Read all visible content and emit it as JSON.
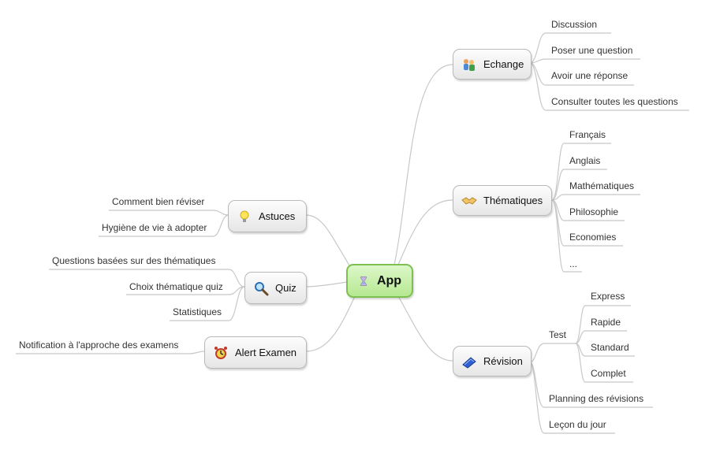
{
  "center": {
    "label": "App",
    "icon": "hourglass-icon"
  },
  "branches": {
    "echange": {
      "label": "Echange",
      "icon": "people-icon",
      "items": [
        "Discussion",
        "Poser une question",
        "Avoir une réponse",
        "Consulter toutes les questions"
      ]
    },
    "thematiques": {
      "label": "Thématiques",
      "icon": "handshake-icon",
      "items": [
        "Français",
        "Anglais",
        "Mathématiques",
        "Philosophie",
        "Economies",
        "..."
      ]
    },
    "revision": {
      "label": "Révision",
      "icon": "book-icon",
      "test": {
        "label": "Test",
        "items": [
          "Express",
          "Rapide",
          "Standard",
          "Complet"
        ]
      },
      "items": [
        "Planning des révisions",
        "Leçon du jour"
      ]
    },
    "astuces": {
      "label": "Astuces",
      "icon": "lightbulb-icon",
      "items": [
        "Comment bien réviser",
        "Hygiène de vie à adopter"
      ]
    },
    "quiz": {
      "label": "Quiz",
      "icon": "magnifier-icon",
      "items": [
        "Questions basées sur des thématiques",
        "Choix thématique quiz",
        "Statistiques"
      ]
    },
    "alert": {
      "label": "Alert Examen",
      "icon": "alarm-clock-icon",
      "items": [
        "Notification à l'approche des examens"
      ]
    }
  },
  "colors": {
    "center_fill": "#b6e891",
    "center_border": "#7cc04f",
    "node_border": "#b9b9b9",
    "link": "#c8c8c8"
  }
}
